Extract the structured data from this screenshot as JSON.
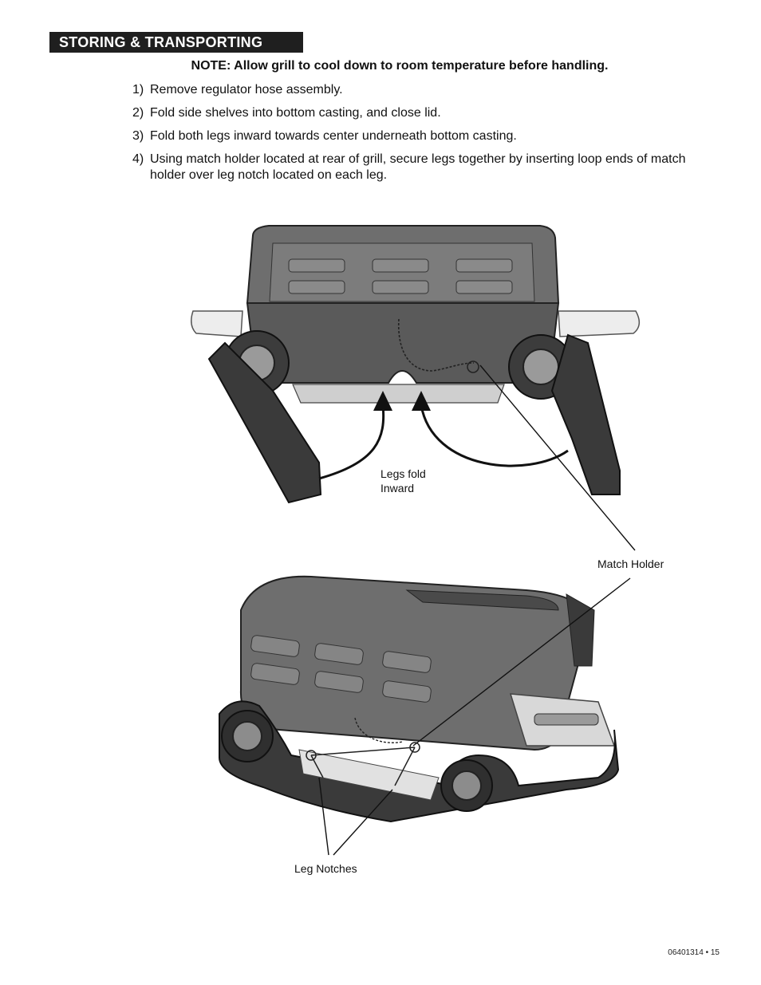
{
  "section_title": "STORING & TRANSPORTING",
  "note": "NOTE: Allow grill to cool down to room temperature before handling.",
  "steps": [
    {
      "num": "1)",
      "text": "Remove regulator hose assembly."
    },
    {
      "num": "2)",
      "text": "Fold side shelves into bottom casting, and close lid."
    },
    {
      "num": "3)",
      "text": "Fold both legs inward towards center underneath bottom casting."
    },
    {
      "num": "4)",
      "text": "Using match holder located at rear of grill, secure legs together by inserting loop ends of match holder over leg notch located on each leg."
    }
  ],
  "labels": {
    "legs_fold_line1": "Legs fold",
    "legs_fold_line2": "Inward",
    "match_holder": "Match Holder",
    "leg_notches": "Leg Notches"
  },
  "footer": {
    "doc_number": "06401314",
    "separator": "•",
    "page": "15"
  }
}
